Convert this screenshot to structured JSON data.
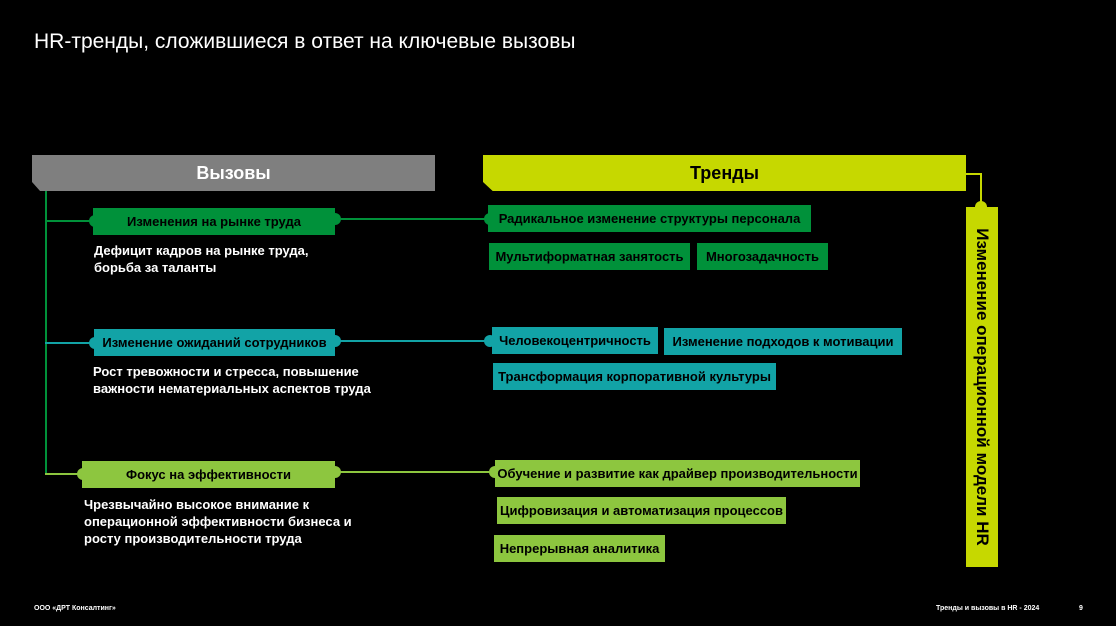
{
  "title": "HR-тренды, сложившиеся в ответ на ключевые вызовы",
  "headers": {
    "challenges": "Вызовы",
    "trends": "Тренды"
  },
  "challenges": [
    {
      "label": "Изменения на рынке труда",
      "desc1": "Дефицит кадров на рынке труда,",
      "desc2": "борьба за таланты",
      "desc3": ""
    },
    {
      "label": "Изменение ожиданий сотрудников",
      "desc1": "Рост тревожности и стресса, повышение",
      "desc2": "важности нематериальных аспектов труда",
      "desc3": ""
    },
    {
      "label": "Фокус на эффективности",
      "desc1": "Чрезвычайно высокое внимание к",
      "desc2": "операционной эффективности бизнеса и",
      "desc3": "росту производительности труда"
    }
  ],
  "trends": {
    "group1": [
      "Радикальное изменение структуры персонала",
      "Мультиформатная занятость",
      "Многозадачность"
    ],
    "group2": [
      "Человекоцентричность",
      "Изменение подходов к мотивации",
      "Трансформация корпоративной культуры"
    ],
    "group3": [
      "Обучение и развитие как драйвер производительности",
      "Цифровизация и автоматизация процессов",
      "Непрерывная аналитика"
    ]
  },
  "vertical_label": "Изменение операционной модели HR",
  "footer": {
    "company": "ООО «ДРТ Консалтинг»",
    "doc": "Тренды и вызовы в HR - 2024",
    "page": "9"
  },
  "colors": {
    "green_dark": "#00913a",
    "teal": "#12a3a6",
    "green_light": "#8dc63f",
    "lime": "#c6d800",
    "gray": "#7f7f7f"
  }
}
